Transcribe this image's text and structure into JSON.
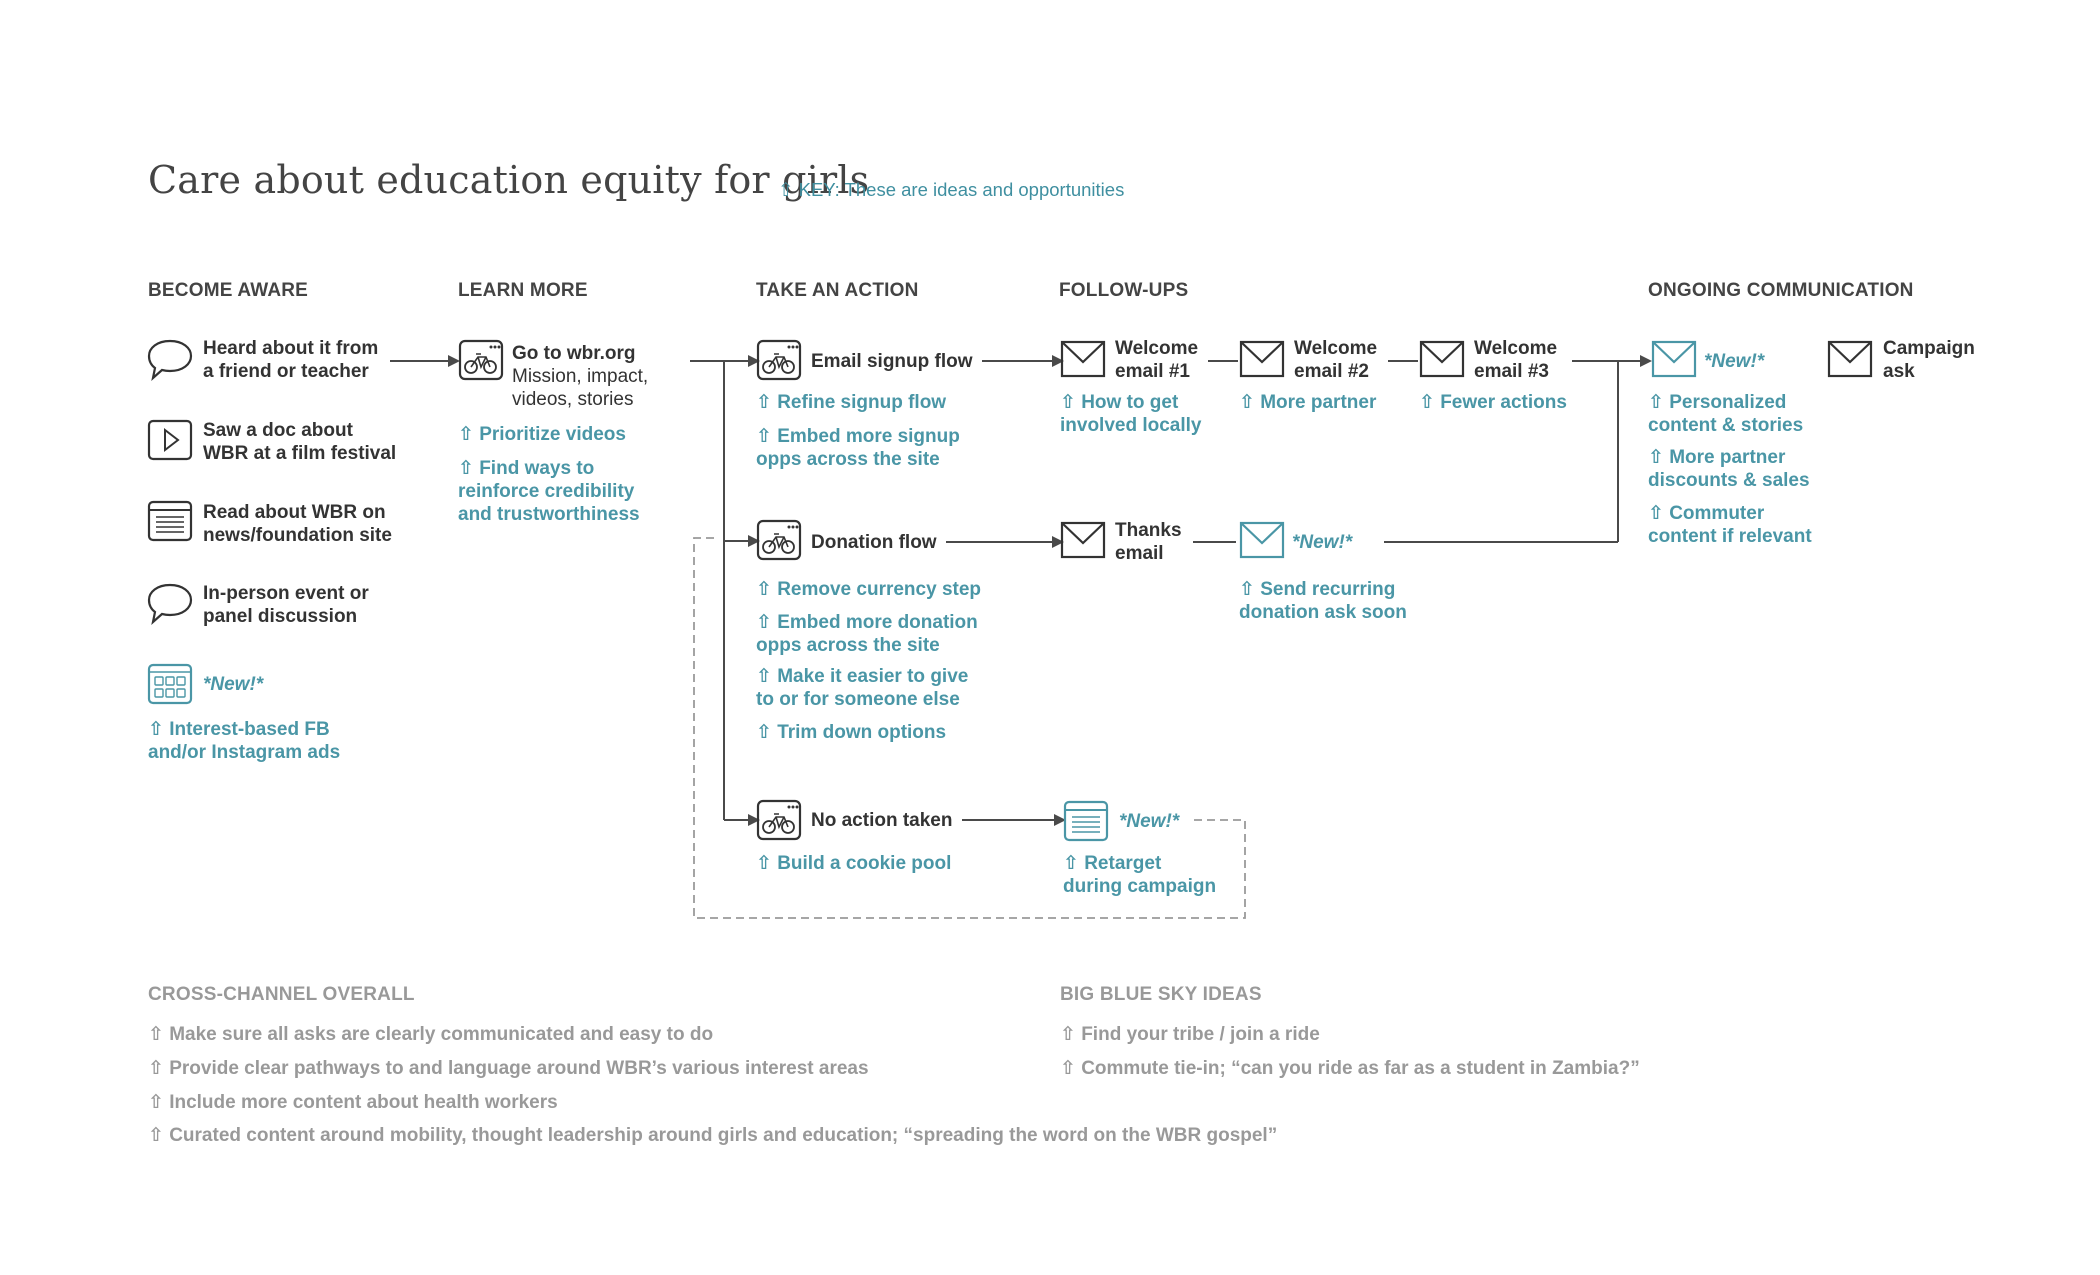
{
  "title": "Care about education equity for girls",
  "key": "⇧ KEY: These are ideas and opportunities",
  "colors": {
    "accent": "#4a96a6",
    "dark": "#333333",
    "muted": "#999999"
  },
  "columns": [
    "BECOME AWARE",
    "LEARN MORE",
    "TAKE AN ACTION",
    "FOLLOW-UPS",
    "ONGOING COMMUNICATION"
  ],
  "aware": {
    "items": [
      {
        "icon": "speech-bubble-icon",
        "text": [
          "Heard about it from",
          "a friend or teacher"
        ]
      },
      {
        "icon": "video-play-icon",
        "text": [
          "Saw a doc about",
          "WBR at a film festival"
        ]
      },
      {
        "icon": "news-article-icon",
        "text": [
          "Read about WBR on",
          "news/foundation site"
        ]
      },
      {
        "icon": "speech-bubble-icon",
        "text": [
          "In-person event or",
          "panel discussion"
        ]
      }
    ],
    "new_label": "*New!*",
    "new_icon": "social-ads-icon",
    "opportunity": [
      "⇧ Interest-based FB",
      "and/or Instagram ads"
    ]
  },
  "learn": {
    "icon": "bike-site-icon",
    "title": "Go to wbr.org",
    "sub": [
      "Mission, impact,",
      "videos, stories"
    ],
    "opportunities": [
      [
        "⇧ Prioritize videos"
      ],
      [
        "⇧ Find ways to",
        "reinforce credibility",
        "and trustworthiness"
      ]
    ]
  },
  "action": {
    "email": {
      "icon": "bike-site-icon",
      "label": "Email signup flow",
      "opportunities": [
        [
          "⇧ Refine signup flow"
        ],
        [
          "⇧ Embed more signup",
          "opps across the site"
        ]
      ]
    },
    "donation": {
      "icon": "bike-site-icon",
      "label": "Donation flow",
      "opportunities": [
        [
          "⇧ Remove currency step"
        ],
        [
          "⇧ Embed more donation",
          "opps across the site"
        ],
        [
          "⇧ Make it easier to give",
          "to or for someone else"
        ],
        [
          "⇧ Trim down options"
        ]
      ]
    },
    "none": {
      "icon": "bike-site-icon",
      "label": "No action taken",
      "opportunities": [
        [
          "⇧ Build a cookie pool"
        ]
      ]
    }
  },
  "followups": {
    "welcome1": {
      "text": [
        "Welcome",
        "email #1"
      ],
      "opportunity": [
        "⇧ How to get",
        "involved locally"
      ]
    },
    "welcome2": {
      "text": [
        "Welcome",
        "email #2"
      ],
      "opportunity": [
        "⇧ More partner"
      ]
    },
    "welcome3": {
      "text": [
        "Welcome",
        "email #3"
      ],
      "opportunity": [
        "⇧ Fewer actions"
      ]
    },
    "thanks": {
      "text": [
        "Thanks",
        "email"
      ]
    },
    "recurring": {
      "new_label": "*New!*",
      "opportunity": [
        "⇧ Send recurring",
        "donation ask soon"
      ]
    },
    "retarget": {
      "new_label": "*New!*",
      "opportunity": [
        "⇧ Retarget",
        "during campaign"
      ]
    }
  },
  "ongoing": {
    "new_label": "*New!*",
    "campaign": [
      "Campaign",
      "ask"
    ],
    "opportunities": [
      [
        "⇧ Personalized",
        "content & stories"
      ],
      [
        "⇧ More partner",
        "discounts & sales"
      ],
      [
        "⇧ Commuter",
        "content if relevant"
      ]
    ]
  },
  "cross_channel": {
    "heading": "CROSS-CHANNEL OVERALL",
    "items": [
      "⇧ Make sure all asks are clearly communicated and easy to do",
      "⇧ Provide clear pathways to and language around WBR’s various interest areas",
      "⇧ Include more content about health workers",
      "⇧ Curated content around mobility, thought leadership around girls and education; “spreading the word on the WBR gospel”"
    ]
  },
  "blue_sky": {
    "heading": "BIG BLUE SKY IDEAS",
    "items": [
      "⇧ Find your tribe / join a ride",
      "⇧ Commute tie-in; “can you ride as far as a student in Zambia?”"
    ]
  }
}
